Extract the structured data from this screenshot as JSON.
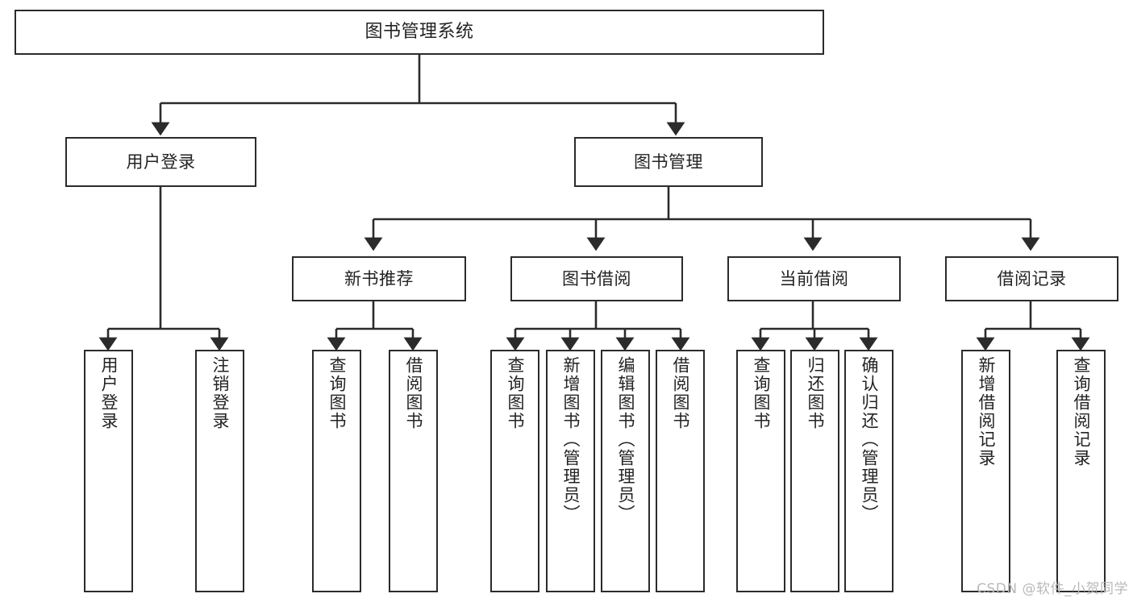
{
  "diagram": {
    "title": "图书管理系统",
    "type": "功能结构图",
    "watermark": "CSDN @软件_小贺同学",
    "colors": {
      "box_stroke": "#2b2b2b",
      "box_fill": "#ffffff",
      "edge_stroke": "#2b2b2b",
      "text": "#232323",
      "watermark": "#b9b9b9",
      "background": "#ffffff"
    },
    "nodes": {
      "root": {
        "label": "图书管理系统",
        "orientation": "horizontal",
        "level": 0
      },
      "user_login": {
        "label": "用户登录",
        "orientation": "horizontal",
        "level": 1
      },
      "book_manage": {
        "label": "图书管理",
        "orientation": "horizontal",
        "level": 1
      },
      "new_book_rec": {
        "label": "新书推荐",
        "orientation": "horizontal",
        "level": 2
      },
      "book_borrow": {
        "label": "图书借阅",
        "orientation": "horizontal",
        "level": 2
      },
      "current_borrow": {
        "label": "当前借阅",
        "orientation": "horizontal",
        "level": 2
      },
      "borrow_record": {
        "label": "借阅记录",
        "orientation": "horizontal",
        "level": 2
      },
      "leaf_user_login": {
        "label": "用户登录",
        "orientation": "vertical",
        "level": 2
      },
      "leaf_logout": {
        "label": "注销登录",
        "orientation": "vertical",
        "level": 2
      },
      "leaf_query_book_a": {
        "label": "查询图书",
        "orientation": "vertical",
        "level": 3
      },
      "leaf_borrow_book_a": {
        "label": "借阅图书",
        "orientation": "vertical",
        "level": 3
      },
      "leaf_query_book_b": {
        "label": "查询图书",
        "orientation": "vertical",
        "level": 3
      },
      "leaf_add_book": {
        "label": "新增图书（管理员）",
        "orientation": "vertical",
        "level": 3
      },
      "leaf_edit_book": {
        "label": "编辑图书（管理员）",
        "orientation": "vertical",
        "level": 3
      },
      "leaf_borrow_book_b": {
        "label": "借阅图书",
        "orientation": "vertical",
        "level": 3
      },
      "leaf_query_book_c": {
        "label": "查询图书",
        "orientation": "vertical",
        "level": 3
      },
      "leaf_return_book": {
        "label": "归还图书",
        "orientation": "vertical",
        "level": 3
      },
      "leaf_confirm_return": {
        "label": "确认归还（管理员）",
        "orientation": "vertical",
        "level": 3
      },
      "leaf_add_record": {
        "label": "新增借阅记录",
        "orientation": "vertical",
        "level": 3
      },
      "leaf_query_record": {
        "label": "查询借阅记录",
        "orientation": "vertical",
        "level": 3
      }
    },
    "hierarchy": [
      {
        "label": "图书管理系统",
        "children": [
          {
            "label": "用户登录",
            "children": [
              {
                "label": "用户登录",
                "children": []
              },
              {
                "label": "注销登录",
                "children": []
              }
            ]
          },
          {
            "label": "图书管理",
            "children": [
              {
                "label": "新书推荐",
                "children": [
                  {
                    "label": "查询图书",
                    "children": []
                  },
                  {
                    "label": "借阅图书",
                    "children": []
                  }
                ]
              },
              {
                "label": "图书借阅",
                "children": [
                  {
                    "label": "查询图书",
                    "children": []
                  },
                  {
                    "label": "新增图书（管理员）",
                    "children": []
                  },
                  {
                    "label": "编辑图书（管理员）",
                    "children": []
                  },
                  {
                    "label": "借阅图书",
                    "children": []
                  }
                ]
              },
              {
                "label": "当前借阅",
                "children": [
                  {
                    "label": "查询图书",
                    "children": []
                  },
                  {
                    "label": "归还图书",
                    "children": []
                  },
                  {
                    "label": "确认归还（管理员）",
                    "children": []
                  }
                ]
              },
              {
                "label": "借阅记录",
                "children": [
                  {
                    "label": "新增借阅记录",
                    "children": []
                  },
                  {
                    "label": "查询借阅记录",
                    "children": []
                  }
                ]
              }
            ]
          }
        ]
      }
    ]
  }
}
